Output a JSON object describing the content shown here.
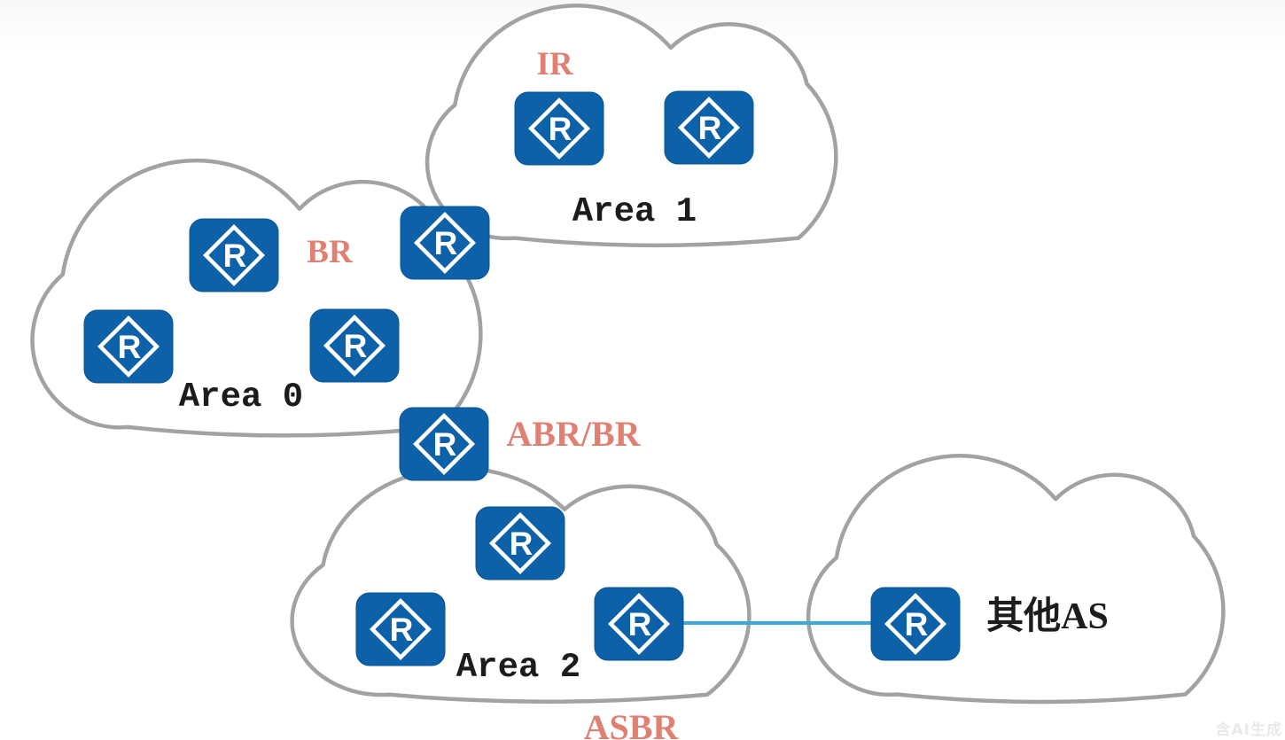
{
  "watermark": {
    "text": "含AI生成"
  },
  "colors": {
    "background": "#ffffff",
    "cloud_stroke": "#a2a2a2",
    "router_fill": "#0d61a9",
    "router_glyph_color": "#ffffff",
    "role_label_color": "#df8073",
    "area_label_color": "#1c1c1c",
    "link_color": "#3fa6de"
  },
  "diagram": {
    "type": "ospf-area-topology",
    "router_glyph": "R",
    "clouds": [
      {
        "id": "area-1",
        "label": "Area 1"
      },
      {
        "id": "area-0",
        "label": "Area 0"
      },
      {
        "id": "area-2",
        "label": "Area 2"
      },
      {
        "id": "other-as",
        "label": "其他AS"
      }
    ],
    "role_labels": {
      "ir": "IR",
      "br": "BR",
      "abr_br": "ABR/BR",
      "asbr": "ASBR"
    },
    "routers": [
      {
        "id": "area1-router-1"
      },
      {
        "id": "area1-router-2"
      },
      {
        "id": "area0-area1-border-router"
      },
      {
        "id": "area0-router-1"
      },
      {
        "id": "area0-router-2"
      },
      {
        "id": "area0-router-3"
      },
      {
        "id": "area0-area2-border-router"
      },
      {
        "id": "area2-router-1"
      },
      {
        "id": "area2-router-2"
      },
      {
        "id": "area2-asbr-router"
      },
      {
        "id": "other-as-router"
      }
    ],
    "links": [
      {
        "from": "area2-asbr-router",
        "to": "other-as-router"
      }
    ]
  }
}
